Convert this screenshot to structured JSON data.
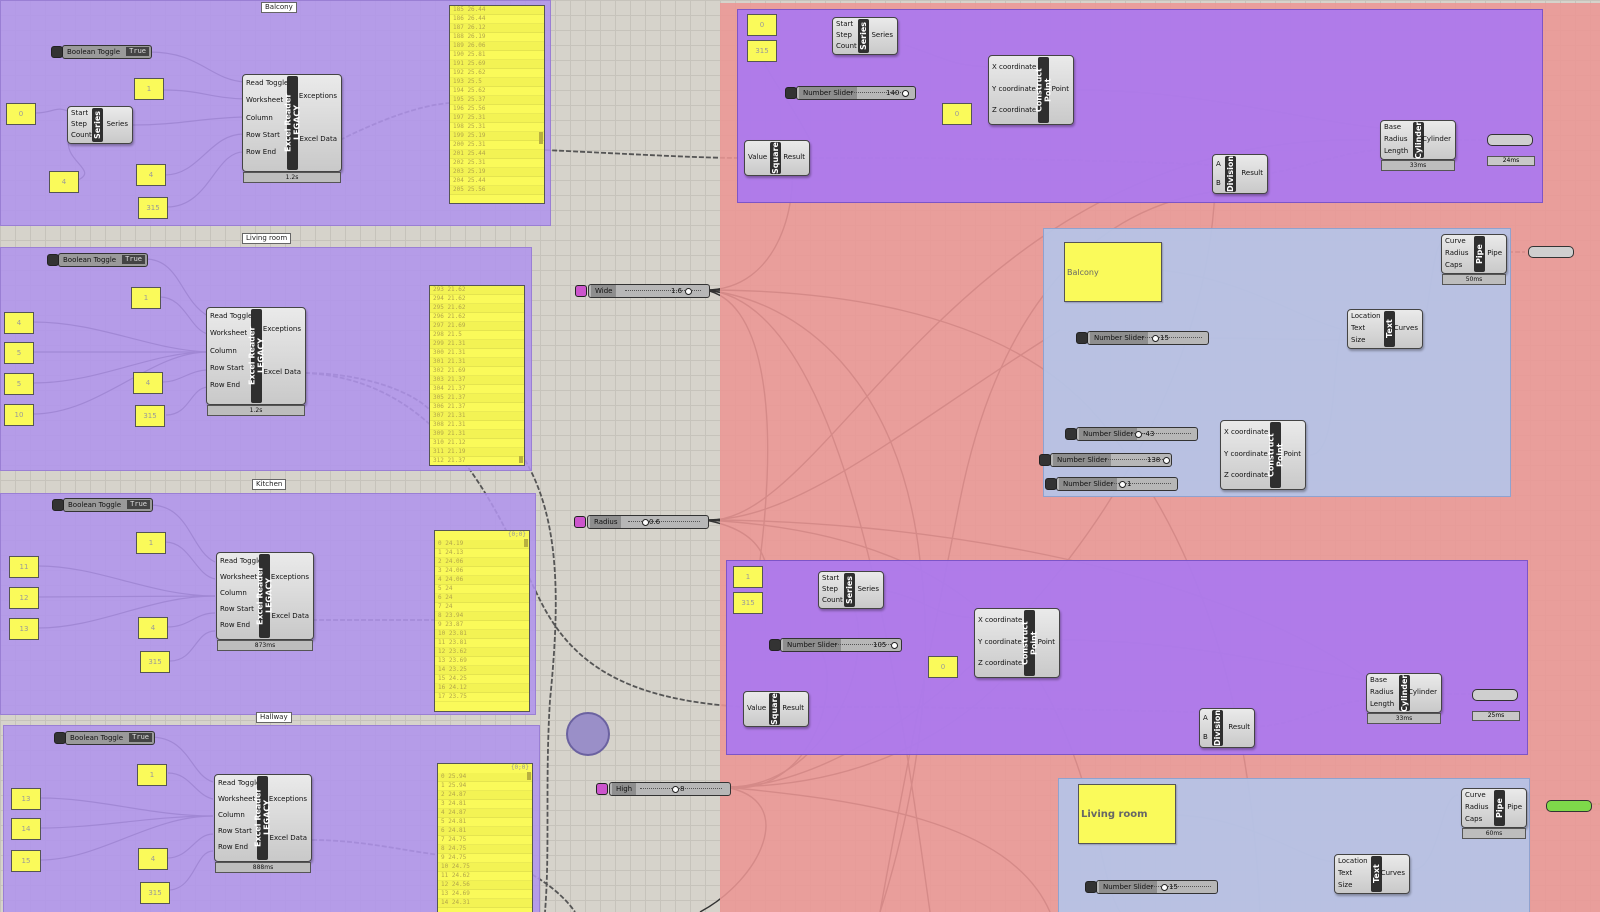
{
  "groups": {
    "balcony": "Balcony",
    "living_room": "Living room",
    "kitchen": "Kitchen",
    "hallway": "Hallway"
  },
  "toggle": {
    "label": "Boolean Toggle",
    "value": "True"
  },
  "series": {
    "name": "Series",
    "start": "Start",
    "step": "Step",
    "count": "Count",
    "output": "Series"
  },
  "excel": {
    "name": "Excel Reader LEGACY",
    "inputs": [
      "Read Toggle",
      "Worksheet",
      "Column",
      "Row Start",
      "Row End"
    ],
    "outputs": [
      "Exceptions",
      "Excel Data"
    ],
    "times": [
      "1.2s",
      "1.2s",
      "873ms",
      "888ms"
    ]
  },
  "numbers": {
    "balcony": [
      "0",
      "1",
      "4",
      "4",
      "315"
    ],
    "living": [
      "4",
      "5",
      "5",
      "10",
      "1",
      "4",
      "315"
    ],
    "kitchen": [
      "11",
      "12",
      "13",
      "1",
      "4",
      "315"
    ],
    "hallway": [
      "13",
      "14",
      "15",
      "1",
      "4",
      "315"
    ],
    "right_top": [
      "0",
      "315",
      "0"
    ],
    "right_mid": [
      "1",
      "315",
      "0"
    ]
  },
  "lists": {
    "balcony": [
      "185 26.44",
      "186 26.44",
      "187 26.12",
      "188 26.19",
      "189 26.06",
      "190 25.81",
      "191 25.69",
      "192 25.62",
      "193 25.5",
      "194 25.62",
      "195 25.37",
      "196 25.56",
      "197 25.31",
      "198 25.31",
      "199 25.19",
      "200 25.31",
      "201 25.44",
      "202 25.31",
      "203 25.19",
      "204 25.44",
      "205 25.56"
    ],
    "living": [
      "293 21.62",
      "294 21.62",
      "295 21.62",
      "296 21.62",
      "297 21.69",
      "298 21.5",
      "299 21.31",
      "300 21.31",
      "301 21.31",
      "302 21.69",
      "303 21.37",
      "304 21.37",
      "305 21.37",
      "306 21.37",
      "307 21.31",
      "308 21.31",
      "309 21.31",
      "310 21.12",
      "311 21.19",
      "312 21.37"
    ],
    "kitchen_hdr": "{0;0}",
    "kitchen": [
      "0 24.19",
      "1 24.13",
      "2 24.06",
      "3 24.06",
      "4 24.06",
      "5 24",
      "6 24",
      "7 24",
      "8 23.94",
      "9 23.87",
      "10 23.81",
      "11 23.81",
      "12 23.62",
      "13 23.69",
      "14 23.25",
      "15 24.25",
      "16 24.12",
      "17 23.75"
    ],
    "hallway_hdr": "{0;0}",
    "hallway": [
      "0 25.94",
      "1 25.94",
      "2 24.87",
      "3 24.81",
      "4 24.87",
      "5 24.81",
      "6 24.81",
      "7 24.75",
      "8 24.75",
      "9 24.75",
      "10 24.75",
      "11 24.62",
      "12 24.56",
      "13 24.69",
      "14 24.31"
    ]
  },
  "sliders": {
    "wide": {
      "label": "Wide",
      "value": "1.6"
    },
    "radius": {
      "label": "Radius",
      "value": "0.6"
    },
    "high": {
      "label": "High",
      "value": "8"
    },
    "num_top": {
      "label": "Number Slider",
      "value": "140"
    },
    "num_mid": {
      "label": "Number Slider",
      "value": "105"
    },
    "text_size1": {
      "label": "Number Slider",
      "value": "15"
    },
    "text_size2": {
      "label": "Number Slider",
      "value": "15"
    },
    "x": {
      "label": "Number Slider",
      "value": "-43"
    },
    "y": {
      "label": "Number Slider",
      "value": "138"
    },
    "z": {
      "label": "Number Slider",
      "value": "1"
    }
  },
  "construct_point": {
    "name": "Construct Point",
    "inputs": [
      "X coordinate",
      "Y coordinate",
      "Z coordinate"
    ],
    "output": "Point"
  },
  "square": {
    "name": "Square",
    "input": "Value",
    "output": "Result"
  },
  "division": {
    "name": "Division",
    "inputs": [
      "A",
      "B"
    ],
    "output": "Result"
  },
  "cylinder": {
    "name": "Cylinder",
    "inputs": [
      "Base",
      "Radius",
      "Length"
    ],
    "output": "Cylinder",
    "times": [
      "33ms",
      "33ms"
    ]
  },
  "text": {
    "name": "Text",
    "inputs": [
      "Location",
      "Text",
      "Size"
    ],
    "output": "Curves"
  },
  "pipe": {
    "name": "Pipe",
    "inputs": [
      "Curve",
      "Radius",
      "Caps"
    ],
    "output": "Pipe",
    "times": [
      "50ms",
      "60ms"
    ]
  },
  "panels": {
    "balcony_text": "Balcony",
    "living_text": "Living room"
  },
  "previews": {
    "time1": "24ms",
    "time2": "25ms"
  }
}
